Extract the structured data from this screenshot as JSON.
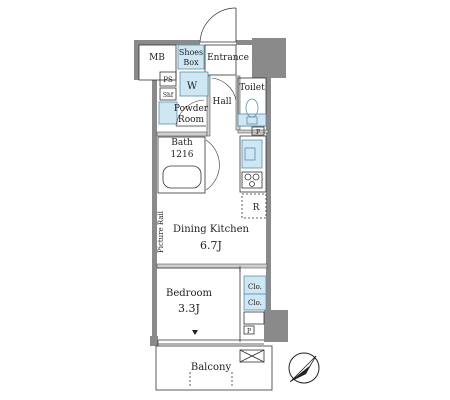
{
  "rooms": {
    "mb": "MB",
    "shoes_box_line1": "Shoes",
    "shoes_box_line2": "Box",
    "entrance": "Entrance",
    "ps": "PS",
    "shelf": "Shf",
    "w": "W",
    "hall": "Hall",
    "toilet": "Toilet",
    "powder_room_line1": "Powder",
    "powder_room_line2": "Room",
    "bath_line1": "Bath",
    "bath_line2": "1216",
    "p_upper": "P",
    "r": "R",
    "picture_rail": "Picture Rail",
    "dining_kitchen": "Dining Kitchen",
    "dining_kitchen_size": "6.7J",
    "bedroom": "Bedroom",
    "bedroom_size": "3.3J",
    "clo_upper": "Clo.",
    "clo_lower": "Clo.",
    "p_lower": "P",
    "balcony": "Balcony"
  },
  "colors": {
    "wall": "#8a8a8a",
    "wall_light": "#cfcfcf",
    "line": "#333333",
    "fixture_blue": "#cfe6f3",
    "fixture_edge": "#5a8fb0"
  },
  "compass": "north-arrow"
}
